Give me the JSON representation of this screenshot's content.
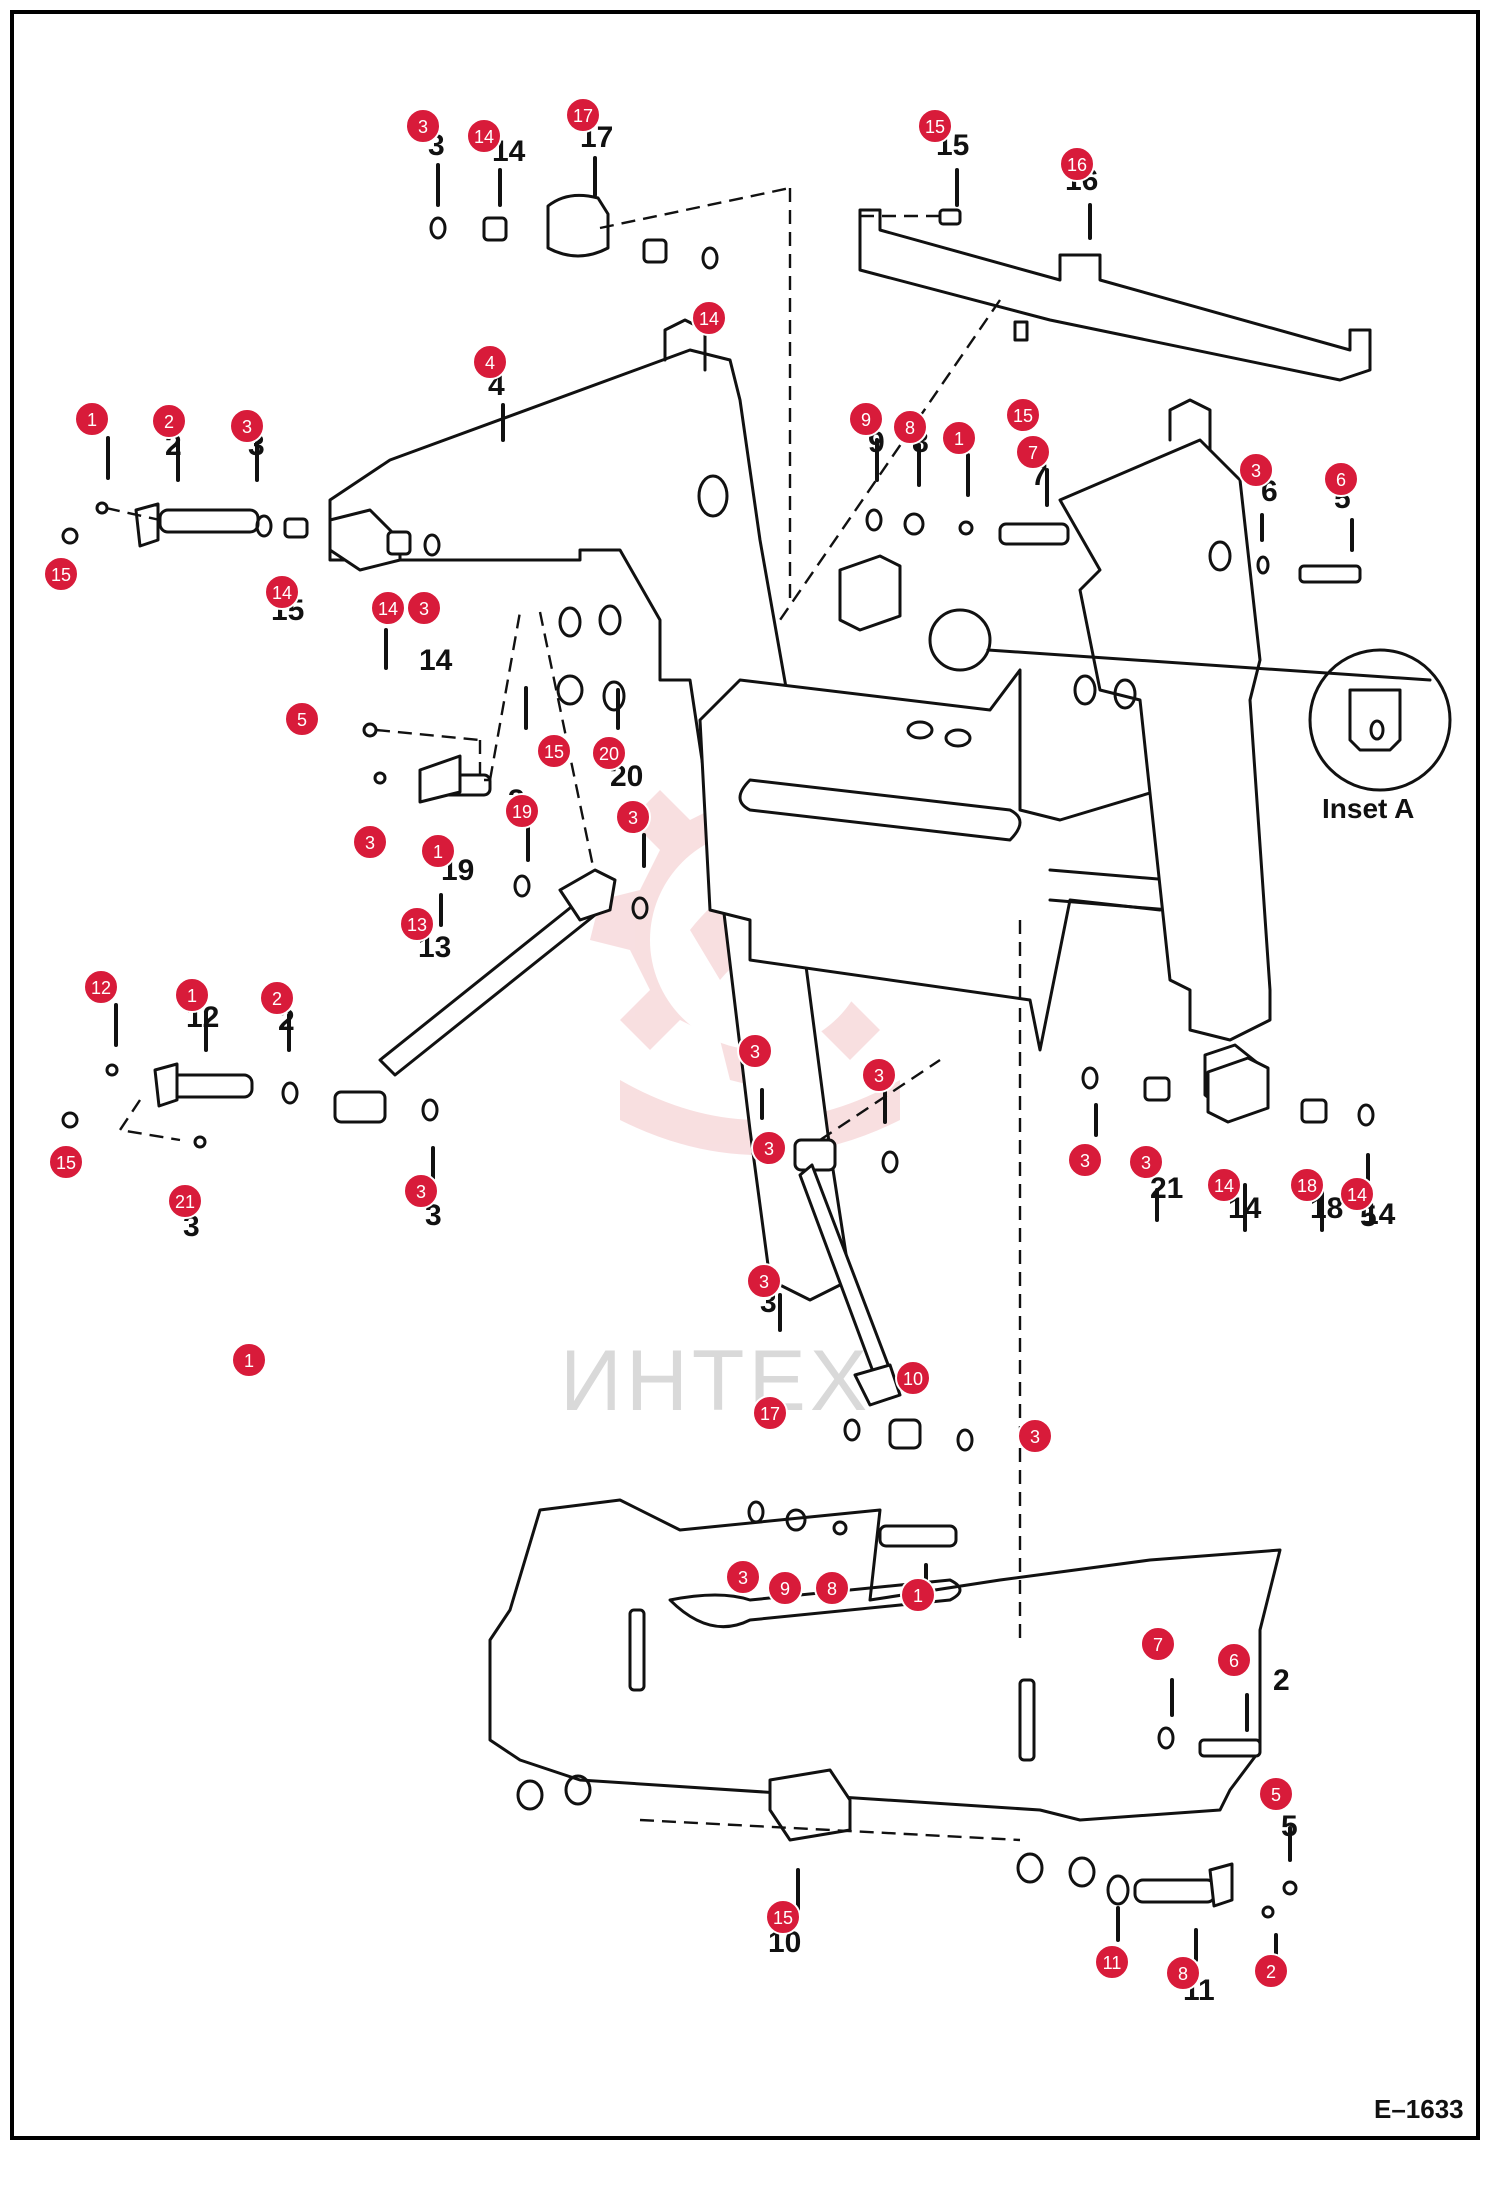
{
  "drawing_code": "E–1633",
  "inset_label": "Inset A",
  "watermark": "ИНТЕХ",
  "callouts": [
    "3",
    "14",
    "17",
    "15",
    "16",
    "4",
    "1",
    "2",
    "3",
    "9",
    "8",
    "1",
    "7",
    "15",
    "14",
    "3",
    "15",
    "14",
    "14",
    "3",
    "6",
    "5",
    "15",
    "20",
    "19",
    "3",
    "3",
    "1",
    "13",
    "12",
    "1",
    "2",
    "3",
    "3",
    "3",
    "15",
    "21",
    "3",
    "3",
    "3",
    "14",
    "18",
    "14",
    "3",
    "10",
    "17",
    "3",
    "3",
    "9",
    "8",
    "1",
    "7",
    "6",
    "5",
    "15",
    "11",
    "8",
    "2",
    "1",
    "17"
  ],
  "plain_numbers": [
    "3",
    "14",
    "17",
    "15",
    "16",
    "4",
    "2",
    "3",
    "9",
    "8",
    "7",
    "6",
    "5",
    "15",
    "14",
    "3",
    "20",
    "19",
    "13",
    "12",
    "2",
    "3",
    "3",
    "21",
    "14",
    "18",
    "14",
    "3",
    "10",
    "11",
    "2",
    "5",
    "5"
  ],
  "colors": {
    "callout": "#d81b3a",
    "line": "#111111",
    "watermark": "#f3c5c8"
  }
}
